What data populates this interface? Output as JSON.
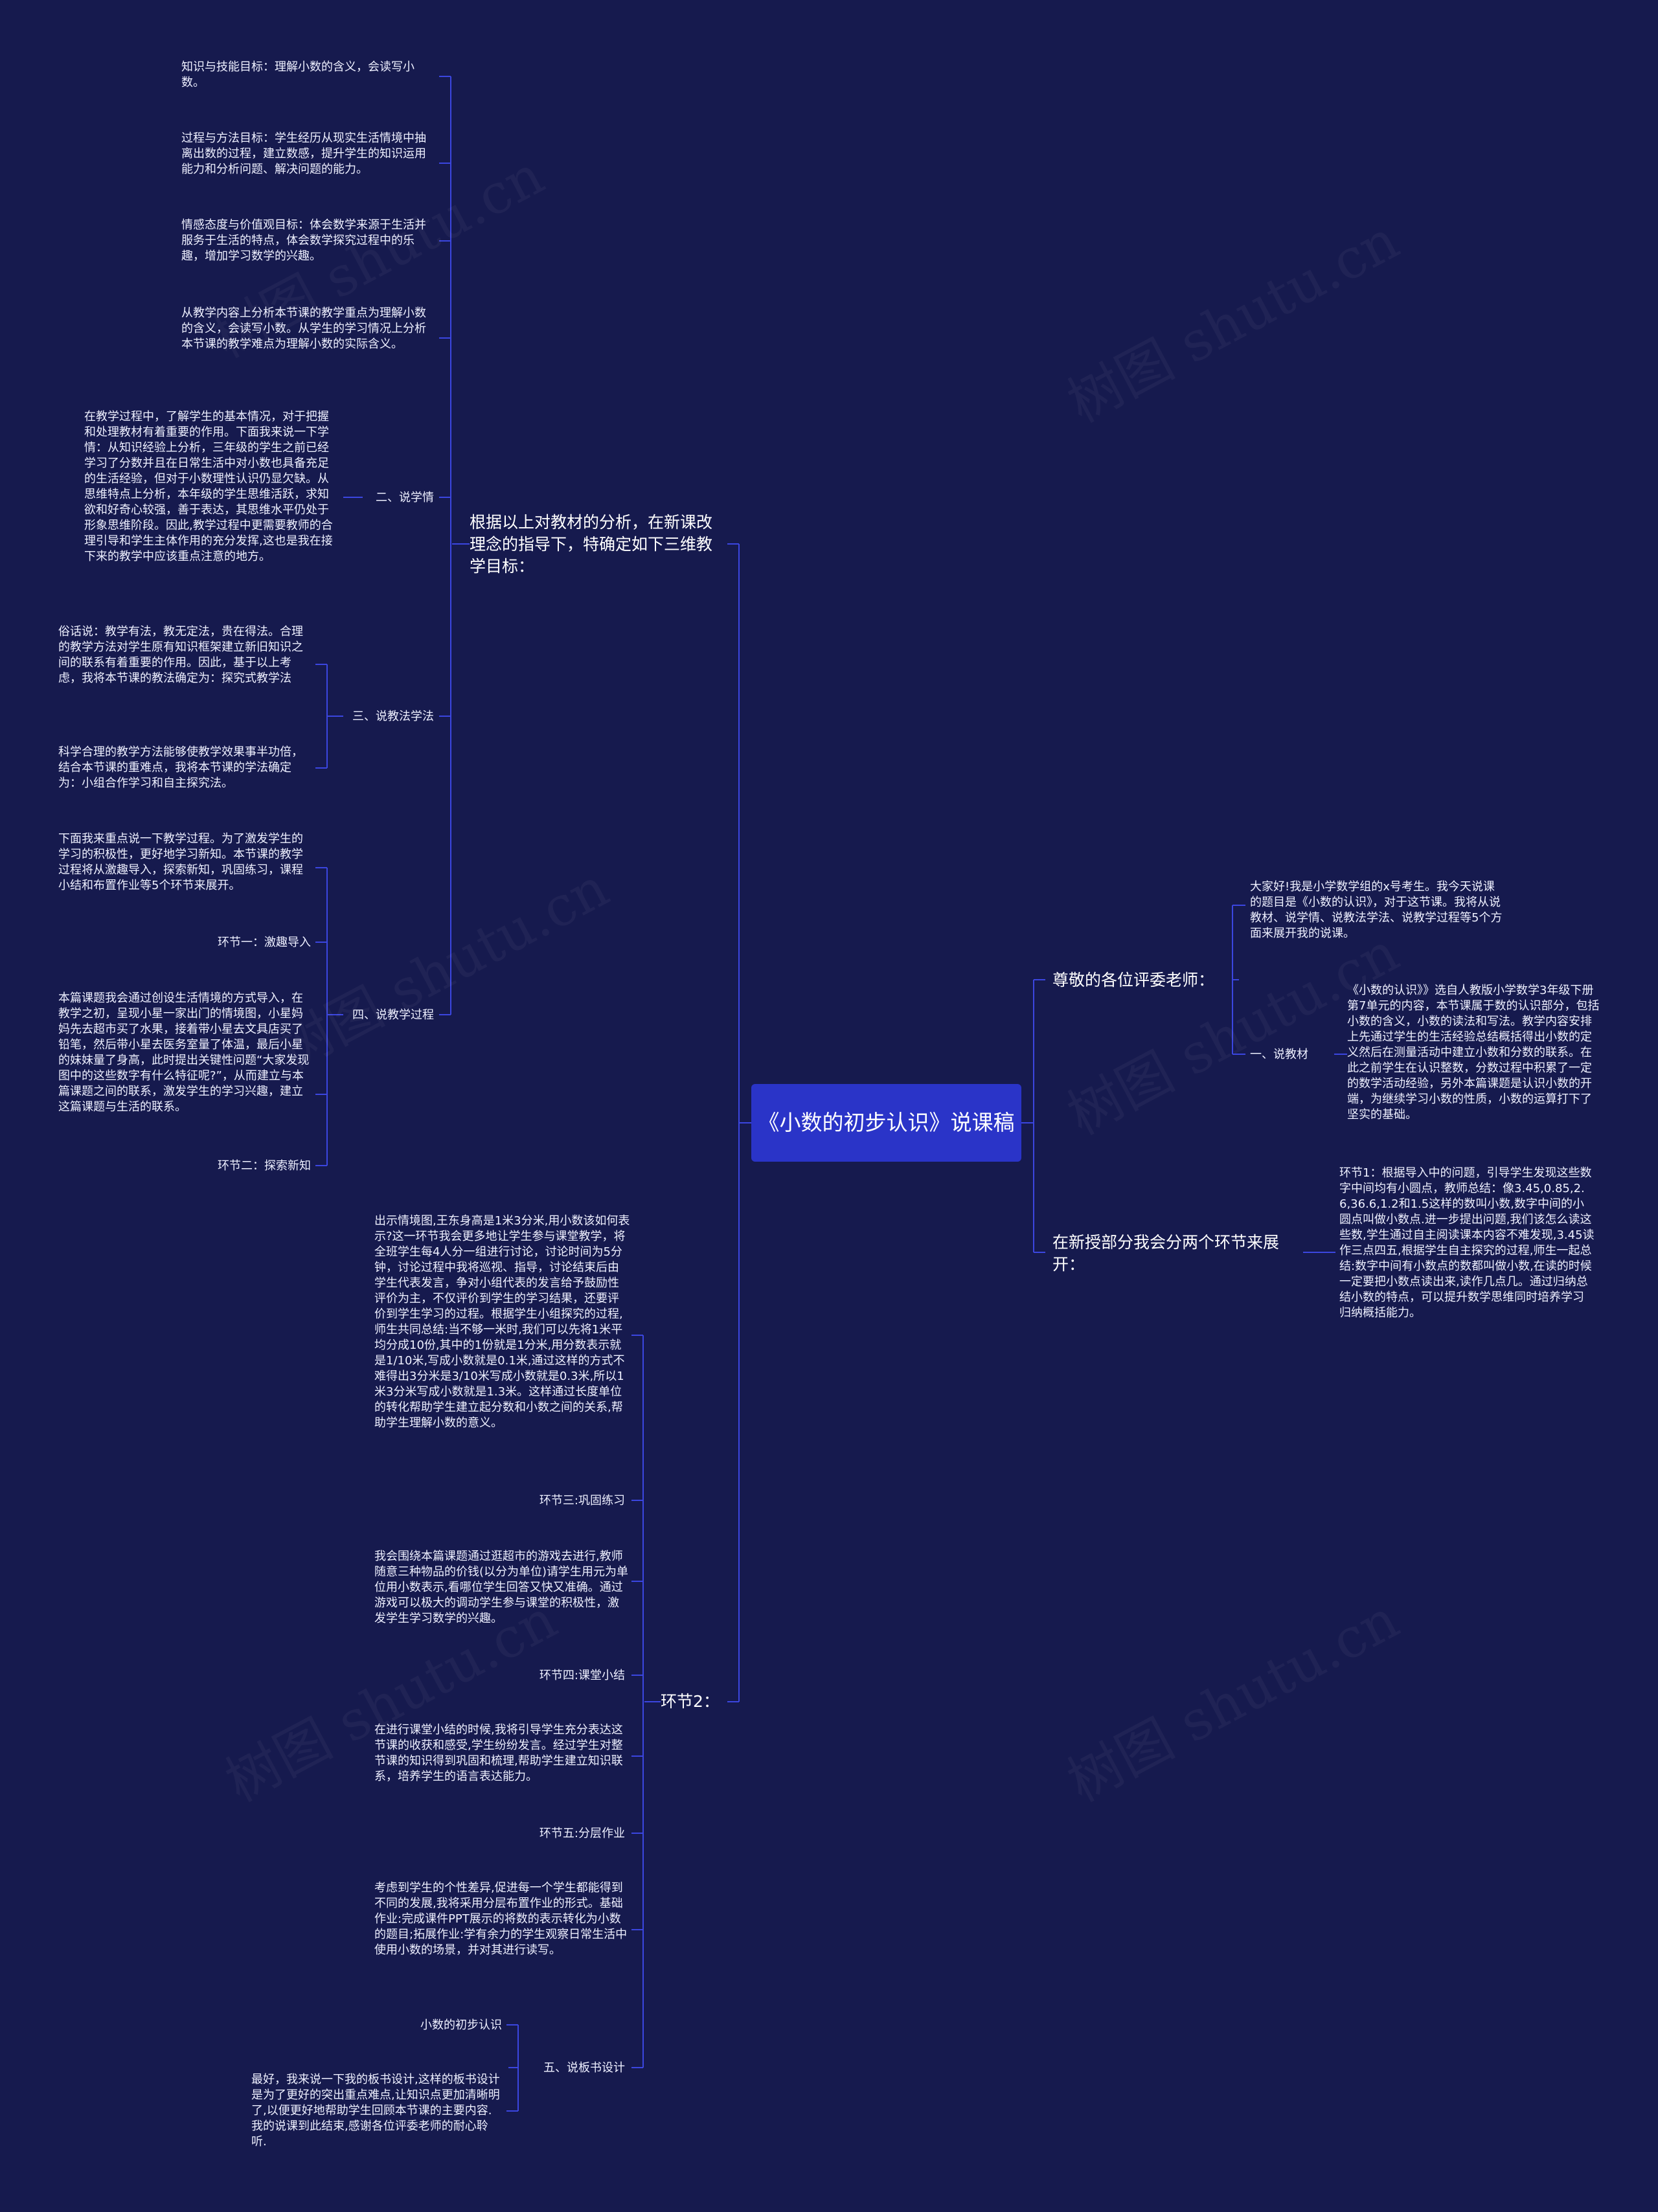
{
  "root": {
    "title": "《小数的初步认识》说课稿"
  },
  "watermark": "树图 shutu.cn",
  "colors": {
    "background": "#161a4e",
    "root_fill": "#2a34c8",
    "connector": "#3b46e0",
    "text": "#eef0ff"
  },
  "right": {
    "greeting": {
      "label": "尊敬的各位评委老师：",
      "intro": "大家好!我是小学数学组的x号考生。我今天说课的题目是《小数的认识》，对于这节课。我将从说教材、说学情、说教法学法、说教学过程等5个方面来展开我的说课。",
      "textbook_label": "一、说教材",
      "textbook_text": "《小数的认识》》选自人教版小学数学3年级下册第7单元的内容，本节课属于数的认识部分，包括小数的含义，小数的读法和写法。教学内容安排上先通过学生的生活经验总结概括得出小数的定义然后在测量活动中建立小数和分数的联系。在此之前学生在认识整数，分数过程中积累了一定的数学活动经验，另外本篇课题是认识小数的开端，为继续学习小数的性质，小数的运算打下了坚实的基础。"
    },
    "new_lesson": {
      "label": "在新授部分我会分两个环节来展开：",
      "text": "环节1：根据导入中的问题，引导学生发现这些数字中间均有小圆点，教师总结：像3.45,0.85,2.6,36.6,1.2和1.5这样的数叫小数,数字中间的小圆点叫做小数点.进一步提出问题,我们该怎么读这些数,学生通过自主阅读课本内容不难发现,3.45读作三点四五,根据学生自主探究的过程,师生一起总结:数字中间有小数点的数都叫做小数,在读的时候一定要把小数点读出来,读作几点几。通过归纳总结小数的特点，可以提升数学思维同时培养学习归纳概括能力。"
    }
  },
  "left_upper": {
    "label": "根据以上对教材的分析，在新课改理念的指导下，特确定如下三维教学目标：",
    "goal_knowledge": "知识与技能目标：理解小数的含义，会读写小数。",
    "goal_process": "过程与方法目标：学生经历从现实生活情境中抽离出数的过程，建立数感，提升学生的知识运用能力和分析问题、解决问题的能力。",
    "goal_emotion": "情感态度与价值观目标：体会数学来源于生活并服务于生活的特点，体会数学探究过程中的乐趣，增加学习数学的兴趣。",
    "key_points": "从教学内容上分析本节课的教学重点为理解小数的含义，会读写小数。从学生的学习情况上分析本节课的教学难点为理解小数的实际含义。",
    "learning_label": "二、说学情",
    "learning_text": "在教学过程中，了解学生的基本情况，对于把握和处理教材有着重要的作用。下面我来说一下学情：从知识经验上分析，三年级的学生之前已经学习了分数并且在日常生活中对小数也具备充足的生活经验，但对于小数理性认识仍显欠缺。从思维特点上分析，本年级的学生思维活跃，求知欲和好奇心较强，善于表达，其思维水平仍处于形象思维阶段。因此,教学过程中更需要教师的合理引导和学生主体作用的充分发挥,这也是我在接下来的教学中应该重点注意的地方。",
    "method_label": "三、说教法学法",
    "method_text1": "俗话说：教学有法，教无定法，贵在得法。合理的教学方法对学生原有知识框架建立新旧知识之间的联系有着重要的作用。因此，基于以上考虑，我将本节课的教法确定为：探究式教学法",
    "method_text2": "科学合理的教学方法能够使教学效果事半功倍，结合本节课的重难点，我将本节课的学法确定为：小组合作学习和自主探究法。",
    "process_label": "四、说教学过程",
    "process_text": "下面我来重点说一下教学过程。为了激发学生的学习的积极性，更好地学习新知。本节课的教学过程将从激趣导入，探索新知，巩固练习，课程小结和布置作业等5个环节来展开。",
    "step1_label": "环节一：激趣导入",
    "step1_text": "本篇课题我会通过创设生活情境的方式导入，在教学之初，呈现小星一家出门的情境图，小星妈妈先去超市买了水果，接着带小星去文具店买了铅笔，然后带小星去医务室量了体温，最后小星的妹妹量了身高，此时提出关键性问题“大家发现图中的这些数字有什么特征呢?”，从而建立与本篇课题之间的联系，激发学生的学习兴趣，建立这篇课题与生活的联系。",
    "step2_label": "环节二：探索新知"
  },
  "left_lower": {
    "label": "环节2：",
    "situation_text": "出示情境图,王东身高是1米3分米,用小数该如何表示?这一环节我会更多地让学生参与课堂教学，将全班学生每4人分一组进行讨论，讨论时间为5分钟，讨论过程中我将巡视、指导，讨论结束后由学生代表发言，争对小组代表的发言给予鼓励性评价为主，不仅评价到学生的学习结果，还要评价到学生学习的过程。根据学生小组探究的过程,师生共同总结:当不够一米时,我们可以先将1米平均分成10份,其中的1份就是1分米,用分数表示就是1/10米,写成小数就是0.1米,通过这样的方式不难得出3分米是3/10米写成小数就是0.3米,所以1米3分米写成小数就是1.3米。这样通过长度单位的转化帮助学生建立起分数和小数之间的关系,帮助学生理解小数的意义。",
    "step3_label": "环节三:巩固练习",
    "step3_text": "我会围绕本篇课题通过逛超市的游戏去进行,教师随意三种物品的价钱(以分为单位)请学生用元为单位用小数表示,看哪位学生回答又快又准确。通过游戏可以极大的调动学生参与课堂的积极性，激发学生学习数学的兴趣。",
    "step4_label": "环节四:课堂小结",
    "step4_text": "在进行课堂小结的时候,我将引导学生充分表达这节课的收获和感受,学生纷纷发言。经过学生对整节课的知识得到巩固和梳理,帮助学生建立知识联系，培养学生的语言表达能力。",
    "step5_label": "环节五:分层作业",
    "step5_text": "考虑到学生的个性差异,促进每一个学生都能得到不同的发展,我将采用分层布置作业的形式。基础作业:完成课件PPT展示的将数的表示转化为小数的题目;拓展作业:学有余力的学生观察日常生活中使用小数的场景，并对其进行读写。",
    "board_label": "五、说板书设计",
    "board_title": "小数的初步认识",
    "board_text": "最好，我来说一下我的板书设计,这样的板书设计是为了更好的突出重点难点,让知识点更加清晰明了,以便更好地帮助学生回顾本节课的主要内容.我的说课到此结束,感谢各位评委老师的耐心聆听."
  }
}
